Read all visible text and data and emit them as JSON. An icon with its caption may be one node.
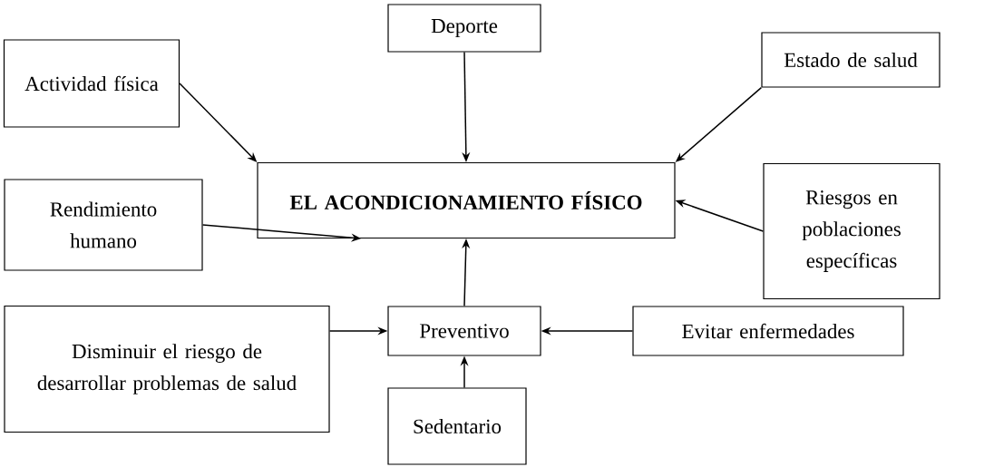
{
  "diagram": {
    "nodes": [
      {
        "text": [
          "Deporte"
        ]
      },
      {
        "text": [
          "Actividad física"
        ]
      },
      {
        "text": [
          "Estado de salud"
        ]
      },
      {
        "text": [
          "EL ACONDICIONAMIENTO FÍSICO"
        ]
      },
      {
        "text": [
          "Rendimiento humano"
        ]
      },
      {
        "text": [
          "Riesgos en poblaciones específicas"
        ]
      },
      {
        "text": [
          "Disminuir el riesgo de desarrollar problemas de salud"
        ]
      },
      {
        "text": [
          "Preventivo"
        ]
      },
      {
        "text": [
          "Evitar enfermedades"
        ]
      },
      {
        "text": [
          "Sedentario"
        ]
      }
    ],
    "edges": [
      {
        "from": 0,
        "to": 3,
        "arrow": "to"
      },
      {
        "from": 1,
        "to": 3,
        "arrow": "to"
      },
      {
        "from": 2,
        "to": 3,
        "arrow": "to"
      },
      {
        "from": 4,
        "to": 3,
        "arrow": "to"
      },
      {
        "from": 5,
        "to": 3,
        "arrow": "to"
      },
      {
        "from": 7,
        "to": 3,
        "arrow": "to"
      },
      {
        "from": 6,
        "to": 7,
        "arrow": "to"
      },
      {
        "from": 8,
        "to": 7,
        "arrow": "to"
      },
      {
        "from": 9,
        "to": 7,
        "arrow": "to"
      }
    ]
  }
}
